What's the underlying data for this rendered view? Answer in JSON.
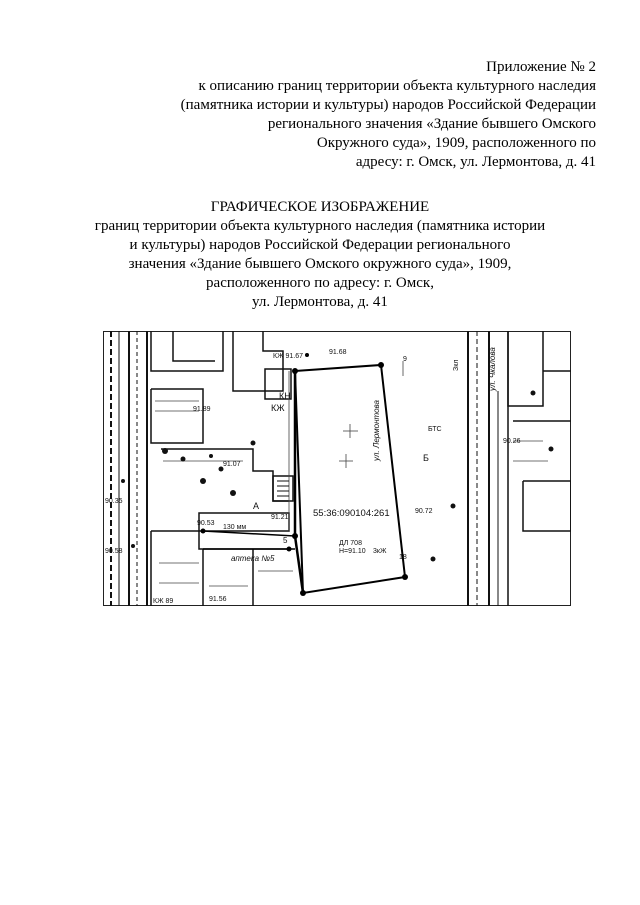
{
  "appendix": {
    "lines": [
      "Приложение № 2",
      "к описанию границ территории объекта культурного наследия",
      "(памятника истории и культуры) народов Российской Федерации",
      "регионального значения «Здание бывшего Омского",
      "Окружного  суда», 1909, расположенного по",
      "адресу: г. Омск, ул. Лермонтова, д. 41"
    ]
  },
  "heading": {
    "title": "ГРАФИЧЕСКОЕ ИЗОБРАЖЕНИЕ",
    "lines": [
      "границ территории объекта культурного наследия (памятника истории",
      "и культуры) народов Российской Федерации регионального",
      "значения «Здание бывшего Омского окружного суда», 1909,",
      "расположенного по адресу: г. Омск,",
      "ул. Лермонтова, д. 41"
    ]
  },
  "map": {
    "cadastral_number": "55:36:090104:261",
    "labels": {
      "pharmacy": "аптека №5",
      "street_vertical": "ул. Лермонтова",
      "street_right": "ул. Чкалова",
      "kzh_top": "КЖ 91.67",
      "kzh_mid": "КЖ",
      "kn": "КН",
      "elev_1": "91.68",
      "elev_2": "90.53",
      "elev_3": "91.21",
      "elev_4": "90.35",
      "elev_5": "90.58",
      "elev_6": "90.26",
      "elev_7": "91.07",
      "elev_8": "90.72",
      "elev_9": "91.56",
      "elev_10": "91.89",
      "height_lbl": "130 мм",
      "btc": "БТС",
      "stage_a": "А",
      "stage_b": "Б",
      "num_18": "18",
      "num_5": "5",
      "num_9": "9",
      "kzh_bottom": "КЖ 89",
      "upon": "ДЛ 708",
      "upon2": "Н=91.10",
      "ab": "3кЖ",
      "zdn": "Зкл"
    }
  }
}
